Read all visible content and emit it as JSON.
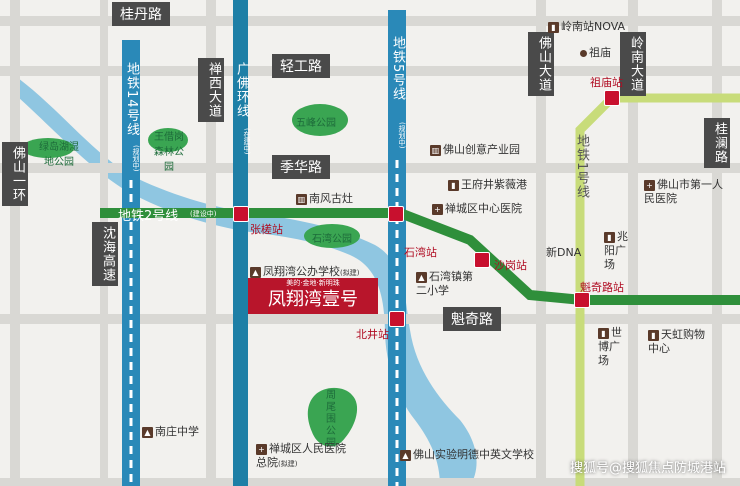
{
  "roads": {
    "guidan": "桂丹路",
    "qinggong": "轻工路",
    "jihua": "季华路",
    "kuiqi": "魁奇路",
    "foshan_ring": "佛山一环",
    "chanxi": "禅西大道",
    "foshan_ave": "佛山大道",
    "lingnan_ave": "岭南大道",
    "guilan": "桂澜路",
    "shenhai": "沈海高速"
  },
  "metro": {
    "line14": "地铁14号线",
    "line14_note": "(规划中)",
    "guangfo": "广佛环线",
    "guangfo_note": "(在建中)",
    "line5": "地铁5号线",
    "line5_note": "(规划中)",
    "line1": "地铁1号线",
    "line2": "地铁2号线",
    "line2_note": "(建设中)"
  },
  "stations": {
    "zhanglou": "张槎站",
    "shiwan": "石湾站",
    "shagang": "沙岗站",
    "zumiao": "祖庙站",
    "kuiqi": "魁奇路站",
    "beijing": "北井站"
  },
  "parks": {
    "lvdao": "绿岛湖湿地公园",
    "wangjiegang": "王借岗森林公园",
    "wufeng": "五峰公园",
    "shiwan": "石湾公园",
    "zhouwei": "周尾围公园"
  },
  "pois": {
    "lingnan_nova": "岭南站NOVA",
    "zumiao": "祖庙",
    "creative_park": "佛山创意产业园",
    "wangfujing": "王府井紫薇港",
    "chancheng_hospital": "禅城区中心医院",
    "nanfeng": "南风古灶",
    "fengxiangwan_school": "凤翔湾公办学校",
    "fengxiangwan_school_note": "(拟建)",
    "shiwan_school": "石湾镇第二小学",
    "xin_dna": "新DNA",
    "zhaoyang": "兆阳广场",
    "first_hospital": "佛山市第一人民医院",
    "shibo": "世博广场",
    "tianhong": "天虹购物中心",
    "nanzhuang_school": "南庄中学",
    "chancheng_people": "禅城区人民医院总院",
    "chancheng_people_note": "(拟建)",
    "mingde_school": "佛山实验明德中英文学校"
  },
  "project": {
    "tagline": "美的·金地·新明珠",
    "name": "凤翔湾壹号"
  },
  "watermark": "搜狐号@搜狐焦点防城港站"
}
